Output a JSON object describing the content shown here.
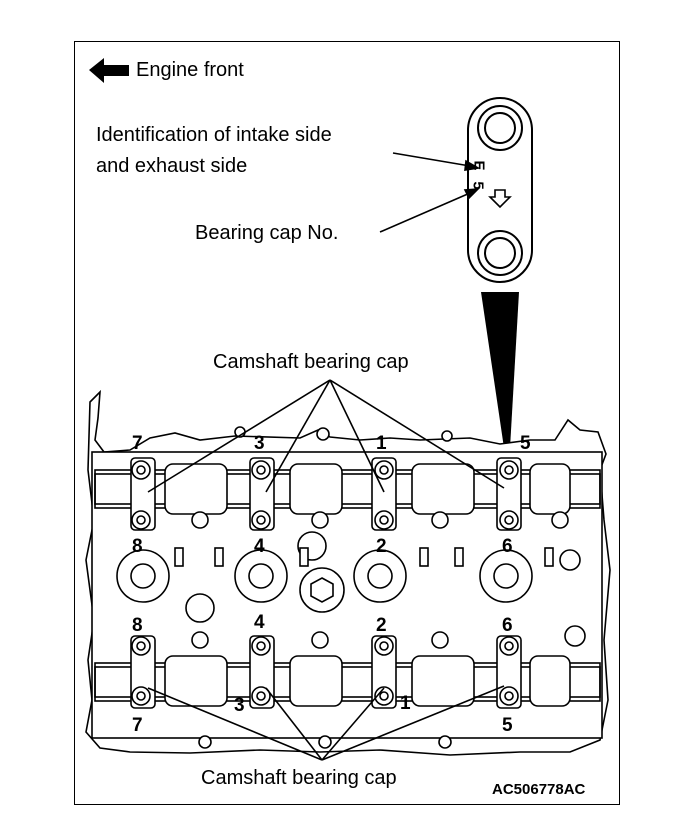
{
  "figure": {
    "engine_front": "Engine front",
    "identification": [
      "Identification of intake side",
      "and exhaust side"
    ],
    "bearing_cap_no": "Bearing cap No.",
    "cap_mark_letter": "E",
    "cap_mark_number": "5",
    "camshaft_cap_top": "Camshaft bearing cap",
    "camshaft_cap_bottom": "Camshaft bearing cap",
    "figure_code": "AC506778AC",
    "cap_numbers_upper_top": [
      "7",
      "3",
      "1",
      "5"
    ],
    "cap_numbers_upper_bottom": [
      "8",
      "4",
      "2",
      "6"
    ],
    "cap_numbers_lower_top": [
      "8",
      "4",
      "2",
      "6"
    ],
    "cap_numbers_lower_bottom": [
      "7",
      "3",
      "1",
      "5"
    ]
  }
}
